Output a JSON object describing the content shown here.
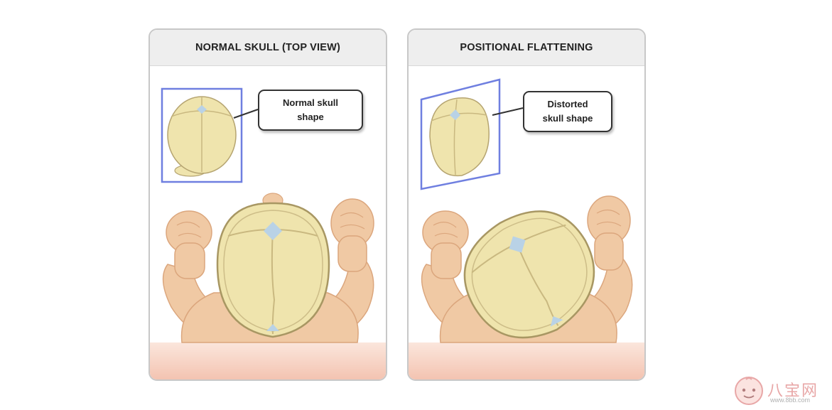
{
  "left_panel": {
    "title": "NORMAL SKULL (TOP VIEW)",
    "callout_line1": "Normal skull",
    "callout_line2": "shape"
  },
  "right_panel": {
    "title": "POSITIONAL FLATTENING",
    "callout_line1": "Distorted",
    "callout_line2": "skull shape"
  },
  "watermark": {
    "text": "八宝网",
    "url": "www.8bb.com",
    "icon": "baby-face-icon"
  },
  "colors": {
    "skin": "#f0c9a4",
    "skin_shade": "#dba67d",
    "skull": "#efe4ad",
    "skull_edge": "#b5a470",
    "fontanelle": "#b9d2e6",
    "frame": "#6f7fe0",
    "floor": "#f7d2c3"
  }
}
